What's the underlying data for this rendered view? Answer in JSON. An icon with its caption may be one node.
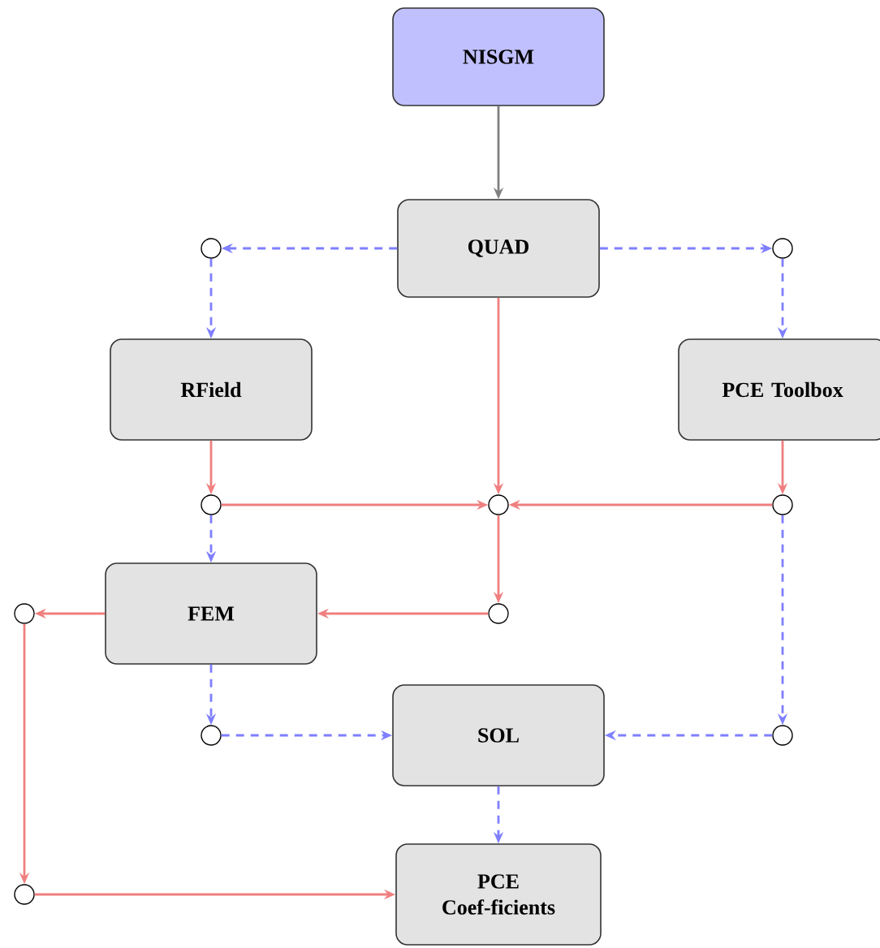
{
  "diagram": {
    "nodes": [
      {
        "text": [
          "NISGM"
        ]
      },
      {
        "text": [
          "QUAD"
        ]
      },
      {
        "text": [],
        "shape": "circle"
      },
      {
        "text": [],
        "shape": "circle"
      },
      {
        "text": [
          "RField"
        ]
      },
      {
        "text": [
          "PCE Toolbox"
        ]
      },
      {
        "text": [],
        "shape": "circle"
      },
      {
        "text": [],
        "shape": "circle"
      },
      {
        "text": [],
        "shape": "circle"
      },
      {
        "text": [],
        "shape": "circle"
      },
      {
        "text": [
          "FEM"
        ]
      },
      {
        "text": [],
        "shape": "circle"
      },
      {
        "text": [],
        "shape": "circle"
      },
      {
        "text": [
          "SOL"
        ]
      },
      {
        "text": [],
        "shape": "circle"
      },
      {
        "text": [],
        "shape": "circle"
      },
      {
        "text": [
          "PCE Coef-ficients"
        ]
      }
    ],
    "edges": [
      {
        "from": 0,
        "to": 1,
        "arrow": "to",
        "color": "#808080"
      },
      {
        "from": 1,
        "to": 2,
        "arrow": "to",
        "style": "dashed",
        "color": "#7f7fff"
      },
      {
        "from": 1,
        "to": 3,
        "arrow": "to",
        "style": "dashed",
        "color": "#7f7fff"
      },
      {
        "from": 2,
        "to": 4,
        "arrow": "to",
        "style": "dashed",
        "color": "#7f7fff"
      },
      {
        "from": 3,
        "to": 5,
        "arrow": "to",
        "style": "dashed",
        "color": "#7f7fff"
      },
      {
        "from": 1,
        "to": 7,
        "arrow": "to",
        "color": "#f07f7f"
      },
      {
        "from": 4,
        "to": 6,
        "arrow": "to",
        "color": "#f07f7f"
      },
      {
        "from": 6,
        "to": 7,
        "arrow": "to",
        "color": "#f07f7f"
      },
      {
        "from": 5,
        "to": 8,
        "arrow": "to",
        "color": "#f07f7f"
      },
      {
        "from": 8,
        "to": 7,
        "arrow": "to",
        "color": "#f07f7f"
      },
      {
        "from": 6,
        "to": 10,
        "arrow": "to",
        "style": "dashed",
        "color": "#7f7fff"
      },
      {
        "from": 7,
        "to": 11,
        "arrow": "to",
        "color": "#f07f7f"
      },
      {
        "from": 11,
        "to": 10,
        "arrow": "to",
        "color": "#f07f7f"
      },
      {
        "from": 10,
        "to": 9,
        "arrow": "to",
        "color": "#f07f7f"
      },
      {
        "from": 9,
        "to": 15,
        "arrow": "to",
        "color": "#f07f7f"
      },
      {
        "from": 15,
        "to": 16,
        "arrow": "to",
        "color": "#f07f7f"
      },
      {
        "from": 8,
        "to": 14,
        "arrow": "to",
        "style": "dashed",
        "color": "#7f7fff"
      },
      {
        "from": 14,
        "to": 13,
        "arrow": "to",
        "style": "dashed",
        "color": "#7f7fff"
      },
      {
        "from": 10,
        "to": 12,
        "arrow": "to",
        "style": "dashed",
        "color": "#7f7fff"
      },
      {
        "from": 12,
        "to": 13,
        "arrow": "to",
        "style": "dashed",
        "color": "#7f7fff"
      },
      {
        "from": 13,
        "to": 16,
        "arrow": "to",
        "style": "dashed",
        "color": "#7f7fff"
      }
    ]
  }
}
